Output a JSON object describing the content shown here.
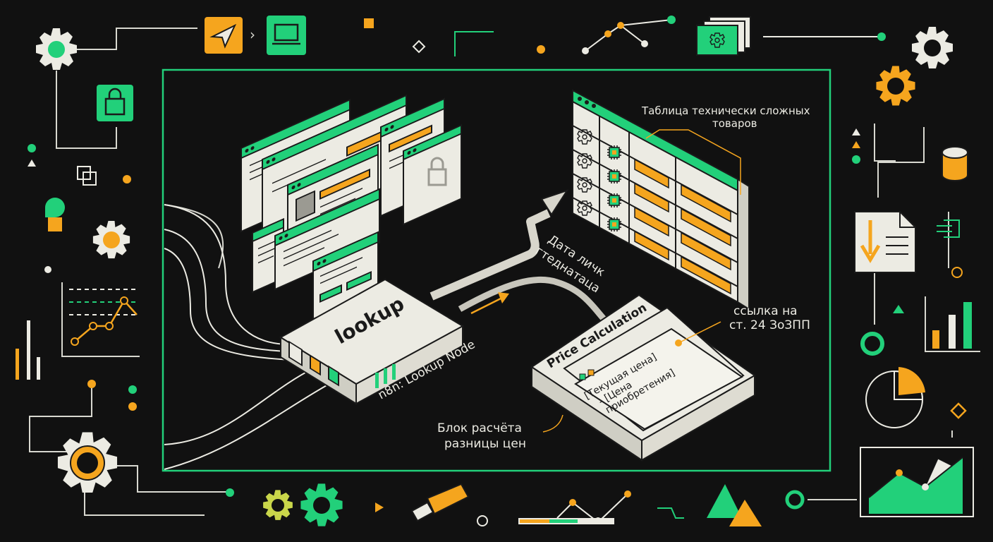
{
  "colors": {
    "background": "#111111",
    "accent_green": "#22d07a",
    "accent_orange": "#f5a51e",
    "paper": "#ecebe3",
    "ink": "#1a1a1a",
    "line": "#cfcfc4"
  },
  "icons": [
    "gear-icon",
    "paper-plane-icon",
    "laptop-icon",
    "lock-icon",
    "cash-stack-icon",
    "usb-drive-icon",
    "document-download-icon",
    "cylinder-icon",
    "pie-chart-icon",
    "bar-chart-icon",
    "line-chart-icon",
    "microchip-icon"
  ],
  "diagram": {
    "lookup_label": "lookup",
    "node_caption": "n8n: Lookup Node",
    "price_title": "Price Calculation",
    "formula_line1": "[Текущая цена]",
    "formula_line2": "- [Цена",
    "formula_line3": "приобретения]",
    "table_caption_line1": "Таблица технически сложных",
    "table_caption_line2": "товаров",
    "arrow_label_line1": "Дата личк",
    "arrow_label_line2": "гтеднатаца",
    "law_ref_line1": "ссылка на",
    "law_ref_line2": "ст. 24 ЗоЗПП",
    "block_caption_line1": "Блок расчёта",
    "block_caption_line2": "разницы цен"
  }
}
